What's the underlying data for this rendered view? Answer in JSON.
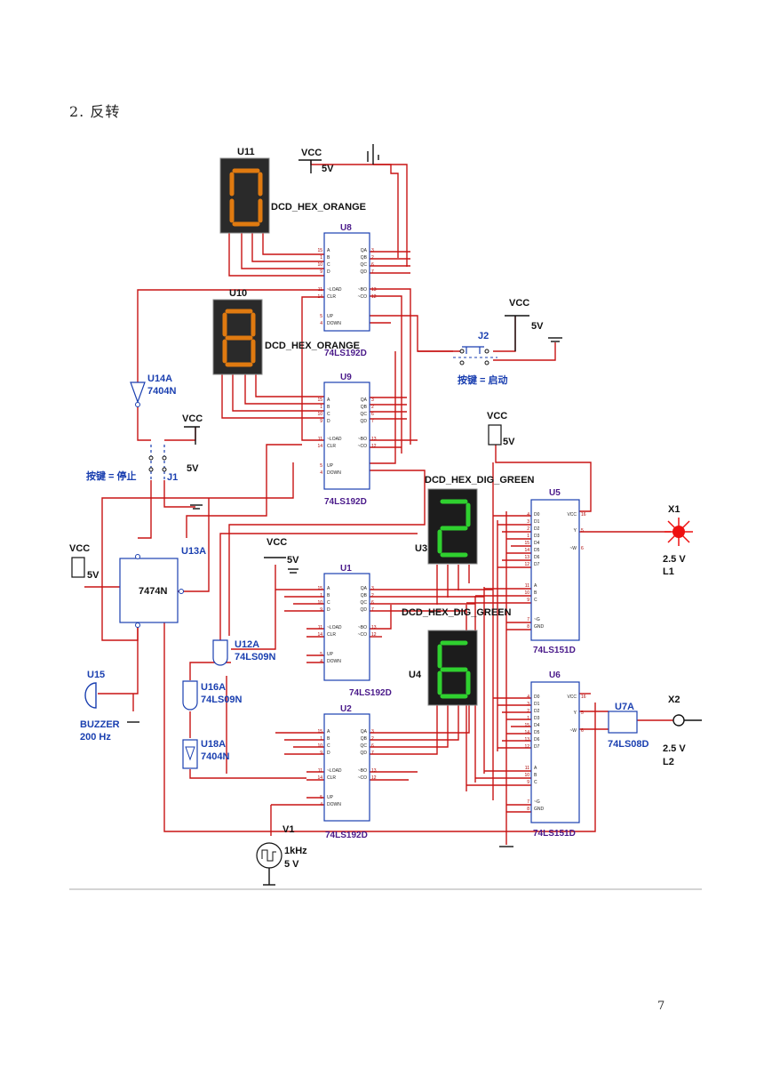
{
  "heading": "2. 反转",
  "page_number": "7",
  "displays": {
    "u11": {
      "ref": "U11",
      "model": "DCD_HEX_ORANGE",
      "digit": "0"
    },
    "u10": {
      "ref": "U10",
      "model": "DCD_HEX_ORANGE",
      "digit": "8"
    },
    "u3": {
      "ref": "U3",
      "model": "DCD_HEX_DIG_GREEN",
      "digit": "2"
    },
    "u4": {
      "ref": "U4",
      "model": "DCD_HEX_DIG_GREEN",
      "digit": "6"
    }
  },
  "chips": {
    "u8": {
      "ref": "U8",
      "model": "74LS192D"
    },
    "u9": {
      "ref": "U9",
      "model": "74LS192D"
    },
    "u1": {
      "ref": "U1",
      "model": "74LS192D"
    },
    "u2": {
      "ref": "U2",
      "model": "74LS192D"
    },
    "u5": {
      "ref": "U5",
      "model": "74LS151D"
    },
    "u6": {
      "ref": "U6",
      "model": "74LS151D"
    },
    "u13": {
      "ref": "U13A",
      "model": "7474N"
    }
  },
  "gates": {
    "u14": {
      "ref": "U14A",
      "model": "7404N"
    },
    "u12": {
      "ref": "U12A",
      "model": "74LS09N"
    },
    "u16": {
      "ref": "U16A",
      "model": "74LS09N"
    },
    "u18": {
      "ref": "U18A",
      "model": "7404N"
    },
    "u7": {
      "ref": "U7A",
      "model": "74LS08D"
    }
  },
  "power": {
    "vcc": "VCC",
    "v5": "5V"
  },
  "switches": {
    "j1": {
      "ref": "J1",
      "label": "按键 = 停止"
    },
    "j2": {
      "ref": "J2",
      "label": "按键 = 启动"
    }
  },
  "buzzer": {
    "ref": "U15",
    "type": "BUZZER",
    "freq": "200 Hz"
  },
  "lamps": {
    "x1": {
      "ref": "X1",
      "voltage": "2.5 V",
      "name": "L1"
    },
    "x2": {
      "ref": "X2",
      "voltage": "2.5 V",
      "name": "L2"
    }
  },
  "source": {
    "ref": "V1",
    "freq": "1kHz",
    "amp": "5 V"
  },
  "pins192": {
    "left": [
      "15",
      "1",
      "10",
      "9",
      "11",
      "14",
      "5",
      "4"
    ],
    "left_names": [
      "A",
      "B",
      "C",
      "D",
      "~LOAD",
      "CLR",
      "UP",
      "DOWN"
    ],
    "right": [
      "3",
      "2",
      "6",
      "7",
      "13",
      "12"
    ],
    "right_names": [
      "QA",
      "QB",
      "QC",
      "QD",
      "~BO",
      "~CO"
    ]
  },
  "pins151": {
    "left": [
      "4",
      "3",
      "2",
      "1",
      "15",
      "14",
      "13",
      "12",
      "11",
      "10",
      "9",
      "7",
      "8"
    ],
    "left_names": [
      "D0",
      "D1",
      "D2",
      "D3",
      "D4",
      "D5",
      "D6",
      "D7",
      "A",
      "B",
      "C",
      "~G",
      "GND"
    ],
    "right": [
      "16",
      "5",
      "6"
    ],
    "right_names": [
      "VCC",
      "Y",
      "~W"
    ]
  }
}
